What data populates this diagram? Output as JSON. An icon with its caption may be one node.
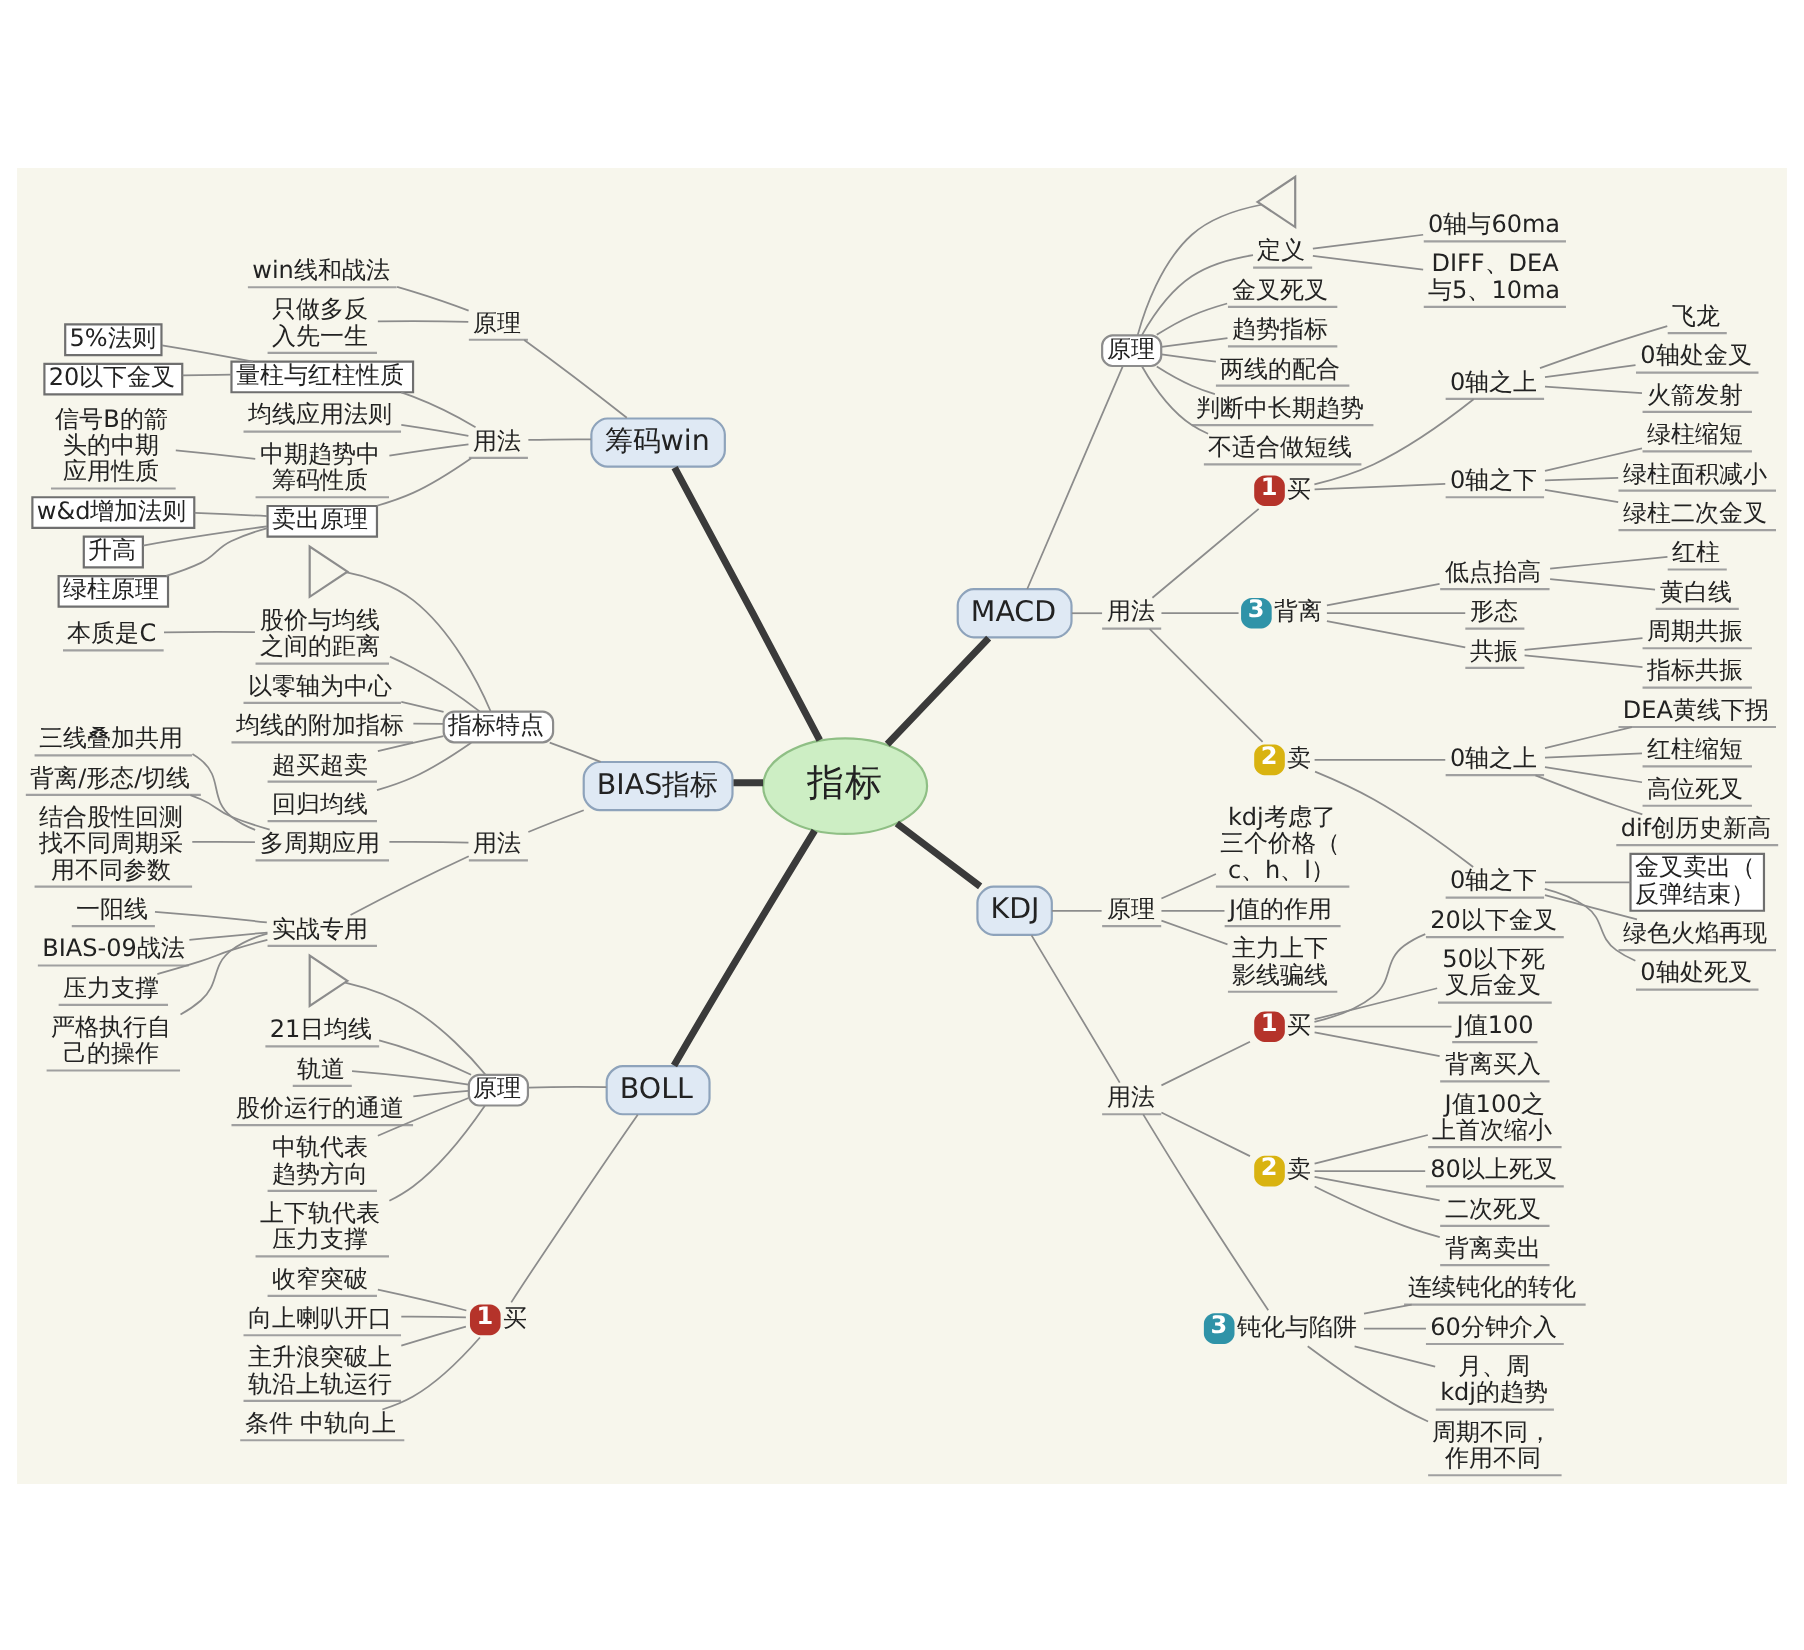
{
  "diagram": {
    "nodes": [
      {
        "text": [
          "指标"
        ]
      },
      {
        "text": [
          "筹码win"
        ]
      },
      {
        "text": [
          "原理"
        ]
      },
      {
        "text": [
          "win线和战法"
        ]
      },
      {
        "text": [
          "只做多反入先一生"
        ]
      },
      {
        "text": [
          "用法"
        ]
      },
      {
        "text": [
          "量柱与红柱性质"
        ]
      },
      {
        "text": [
          "5%法则"
        ]
      },
      {
        "text": [
          "20以下金叉"
        ]
      },
      {
        "text": [
          "均线应用法则"
        ]
      },
      {
        "text": [
          "中期趋势中筹码性质"
        ]
      },
      {
        "text": [
          "信号B的箭头的中期应用性质"
        ]
      },
      {
        "text": [
          "卖出原理"
        ]
      },
      {
        "text": [
          "w&d增加法则"
        ]
      },
      {
        "text": [
          "升高"
        ]
      },
      {
        "text": [
          "绿柱原理"
        ]
      },
      {
        "text": [
          "BIAS指标"
        ]
      },
      {
        "text": [
          "指标特点"
        ]
      },
      {
        "text": [],
        "shape": "triangle"
      },
      {
        "text": [
          "股价与均线之间的距离"
        ]
      },
      {
        "text": [
          "本质是C"
        ]
      },
      {
        "text": [
          "以零轴为中心"
        ]
      },
      {
        "text": [
          "均线的附加指标"
        ]
      },
      {
        "text": [
          "超买超卖"
        ]
      },
      {
        "text": [
          "回归均线"
        ]
      },
      {
        "text": [
          "用法"
        ]
      },
      {
        "text": [
          "多周期应用"
        ]
      },
      {
        "text": [
          "三线叠加共用"
        ]
      },
      {
        "text": [
          "背离/形态/切线"
        ]
      },
      {
        "text": [
          "结合股性回测找不同周期采用不同参数"
        ]
      },
      {
        "text": [
          "实战专用"
        ]
      },
      {
        "text": [
          "一阳线"
        ]
      },
      {
        "text": [
          "BIAS-09战法"
        ]
      },
      {
        "text": [
          "压力支撑"
        ]
      },
      {
        "text": [
          "严格执行自己的操作"
        ]
      },
      {
        "text": [
          "BOLL"
        ]
      },
      {
        "text": [
          "原理"
        ]
      },
      {
        "text": [],
        "shape": "triangle"
      },
      {
        "text": [
          "21日均线"
        ]
      },
      {
        "text": [
          "轨道"
        ]
      },
      {
        "text": [
          "股价运行的通道"
        ]
      },
      {
        "text": [
          "中轨代表趋势方向"
        ]
      },
      {
        "text": [
          "上下轨代表压力支撑"
        ]
      },
      {
        "text": [
          "1",
          "买"
        ]
      },
      {
        "text": [
          "收窄突破"
        ]
      },
      {
        "text": [
          "向上喇叭开口"
        ]
      },
      {
        "text": [
          "主升浪突破上轨沿上轨运行"
        ]
      },
      {
        "text": [
          "条件 中轨向上"
        ]
      },
      {
        "text": [
          "MACD"
        ]
      },
      {
        "text": [
          "原理"
        ]
      },
      {
        "text": [],
        "shape": "triangle"
      },
      {
        "text": [
          "定义"
        ]
      },
      {
        "text": [
          "0轴与60ma"
        ]
      },
      {
        "text": [
          "DIFF、DEA与5、10ma"
        ]
      },
      {
        "text": [
          "金叉死叉"
        ]
      },
      {
        "text": [
          "趋势指标"
        ]
      },
      {
        "text": [
          "两线的配合"
        ]
      },
      {
        "text": [
          "判断中长期趋势"
        ]
      },
      {
        "text": [
          "不适合做短线"
        ]
      },
      {
        "text": [
          "用法"
        ]
      },
      {
        "text": [
          "1",
          "买"
        ]
      },
      {
        "text": [
          "0轴之上"
        ]
      },
      {
        "text": [
          "飞龙"
        ]
      },
      {
        "text": [
          "0轴处金叉"
        ]
      },
      {
        "text": [
          "火箭发射"
        ]
      },
      {
        "text": [
          "0轴之下"
        ]
      },
      {
        "text": [
          "绿柱缩短"
        ]
      },
      {
        "text": [
          "绿柱面积减小"
        ]
      },
      {
        "text": [
          "绿柱二次金叉"
        ]
      },
      {
        "text": [
          "3",
          "背离"
        ]
      },
      {
        "text": [
          "低点抬高"
        ]
      },
      {
        "text": [
          "红柱"
        ]
      },
      {
        "text": [
          "黄白线"
        ]
      },
      {
        "text": [
          "形态"
        ]
      },
      {
        "text": [
          "共振"
        ]
      },
      {
        "text": [
          "周期共振"
        ]
      },
      {
        "text": [
          "指标共振"
        ]
      },
      {
        "text": [
          "2",
          "卖"
        ]
      },
      {
        "text": [
          "0轴之上"
        ]
      },
      {
        "text": [
          "DEA黄线下拐"
        ]
      },
      {
        "text": [
          "红柱缩短"
        ]
      },
      {
        "text": [
          "高位死叉"
        ]
      },
      {
        "text": [
          "dif创历史新高"
        ]
      },
      {
        "text": [
          "0轴之下"
        ]
      },
      {
        "text": [
          "金叉卖出（反弹结束）"
        ]
      },
      {
        "text": [
          "绿色火焰再现"
        ]
      },
      {
        "text": [
          "0轴处死叉"
        ]
      },
      {
        "text": [
          "KDJ"
        ]
      },
      {
        "text": [
          "原理"
        ]
      },
      {
        "text": [
          "kdj考虑了三个价格（c、h、l）"
        ]
      },
      {
        "text": [
          "J值的作用"
        ]
      },
      {
        "text": [
          "主力上下影线骗线"
        ]
      },
      {
        "text": [
          "用法"
        ]
      },
      {
        "text": [
          "1",
          "买"
        ]
      },
      {
        "text": [
          "20以下金叉"
        ]
      },
      {
        "text": [
          "50以下死叉后金叉"
        ]
      },
      {
        "text": [
          "J值100"
        ]
      },
      {
        "text": [
          "背离买入"
        ]
      },
      {
        "text": [
          "2",
          "卖"
        ]
      },
      {
        "text": [
          "J值100之上首次缩小"
        ]
      },
      {
        "text": [
          "80以上死叉"
        ]
      },
      {
        "text": [
          "二次死叉"
        ]
      },
      {
        "text": [
          "背离卖出"
        ]
      },
      {
        "text": [
          "3",
          "钝化与陷阱"
        ]
      },
      {
        "text": [
          "连续钝化的转化"
        ]
      },
      {
        "text": [
          "60分钟介入"
        ]
      },
      {
        "text": [
          "月、周kdj的趋势"
        ]
      },
      {
        "text": [
          "周期不同，作用不同"
        ]
      }
    ],
    "edges": [
      {
        "from": 0,
        "to": 1,
        "arrow": "none",
        "style": "thick",
        "color": "#3a3a3a"
      },
      {
        "from": 0,
        "to": 16,
        "arrow": "none",
        "style": "thick",
        "color": "#3a3a3a"
      },
      {
        "from": 0,
        "to": 35,
        "arrow": "none",
        "style": "thick",
        "color": "#3a3a3a"
      },
      {
        "from": 0,
        "to": 48,
        "arrow": "none",
        "style": "thick",
        "color": "#3a3a3a"
      },
      {
        "from": 0,
        "to": 87,
        "arrow": "none",
        "style": "thick",
        "color": "#3a3a3a"
      },
      {
        "from": 1,
        "to": 2,
        "arrow": "none"
      },
      {
        "from": 2,
        "to": 3,
        "arrow": "none"
      },
      {
        "from": 2,
        "to": 4,
        "arrow": "none"
      },
      {
        "from": 1,
        "to": 5,
        "arrow": "none"
      },
      {
        "from": 5,
        "to": 6,
        "arrow": "none"
      },
      {
        "from": 6,
        "to": 7,
        "arrow": "none"
      },
      {
        "from": 6,
        "to": 8,
        "arrow": "none"
      },
      {
        "from": 5,
        "to": 9,
        "arrow": "none"
      },
      {
        "from": 5,
        "to": 10,
        "arrow": "none"
      },
      {
        "from": 10,
        "to": 11,
        "arrow": "none"
      },
      {
        "from": 5,
        "to": 12,
        "arrow": "none"
      },
      {
        "from": 12,
        "to": 13,
        "arrow": "none"
      },
      {
        "from": 12,
        "to": 14,
        "arrow": "none"
      },
      {
        "from": 12,
        "to": 15,
        "arrow": "none"
      },
      {
        "from": 16,
        "to": 17,
        "arrow": "none"
      },
      {
        "from": 17,
        "to": 18,
        "arrow": "none"
      },
      {
        "from": 17,
        "to": 19,
        "arrow": "none"
      },
      {
        "from": 19,
        "to": 20,
        "arrow": "none"
      },
      {
        "from": 17,
        "to": 21,
        "arrow": "none"
      },
      {
        "from": 17,
        "to": 22,
        "arrow": "none"
      },
      {
        "from": 17,
        "to": 23,
        "arrow": "none"
      },
      {
        "from": 17,
        "to": 24,
        "arrow": "none"
      },
      {
        "from": 16,
        "to": 25,
        "arrow": "none"
      },
      {
        "from": 25,
        "to": 26,
        "arrow": "none"
      },
      {
        "from": 26,
        "to": 27,
        "arrow": "none"
      },
      {
        "from": 26,
        "to": 28,
        "arrow": "none"
      },
      {
        "from": 26,
        "to": 29,
        "arrow": "none"
      },
      {
        "from": 25,
        "to": 30,
        "arrow": "none"
      },
      {
        "from": 30,
        "to": 31,
        "arrow": "none"
      },
      {
        "from": 30,
        "to": 32,
        "arrow": "none"
      },
      {
        "from": 30,
        "to": 33,
        "arrow": "none"
      },
      {
        "from": 30,
        "to": 34,
        "arrow": "none"
      },
      {
        "from": 35,
        "to": 36,
        "arrow": "none"
      },
      {
        "from": 36,
        "to": 37,
        "arrow": "none"
      },
      {
        "from": 36,
        "to": 38,
        "arrow": "none"
      },
      {
        "from": 36,
        "to": 39,
        "arrow": "none"
      },
      {
        "from": 36,
        "to": 40,
        "arrow": "none"
      },
      {
        "from": 36,
        "to": 41,
        "arrow": "none"
      },
      {
        "from": 36,
        "to": 42,
        "arrow": "none"
      },
      {
        "from": 35,
        "to": 43,
        "arrow": "none"
      },
      {
        "from": 43,
        "to": 44,
        "arrow": "none"
      },
      {
        "from": 43,
        "to": 45,
        "arrow": "none"
      },
      {
        "from": 43,
        "to": 46,
        "arrow": "none"
      },
      {
        "from": 43,
        "to": 47,
        "arrow": "none"
      },
      {
        "from": 48,
        "to": 49,
        "arrow": "none"
      },
      {
        "from": 49,
        "to": 50,
        "arrow": "none"
      },
      {
        "from": 49,
        "to": 51,
        "arrow": "none"
      },
      {
        "from": 51,
        "to": 52,
        "arrow": "none"
      },
      {
        "from": 51,
        "to": 53,
        "arrow": "none"
      },
      {
        "from": 49,
        "to": 54,
        "arrow": "none"
      },
      {
        "from": 49,
        "to": 55,
        "arrow": "none"
      },
      {
        "from": 49,
        "to": 56,
        "arrow": "none"
      },
      {
        "from": 49,
        "to": 57,
        "arrow": "none"
      },
      {
        "from": 49,
        "to": 58,
        "arrow": "none"
      },
      {
        "from": 48,
        "to": 59,
        "arrow": "none"
      },
      {
        "from": 59,
        "to": 60,
        "arrow": "none"
      },
      {
        "from": 60,
        "to": 61,
        "arrow": "none"
      },
      {
        "from": 61,
        "to": 62,
        "arrow": "none"
      },
      {
        "from": 61,
        "to": 63,
        "arrow": "none"
      },
      {
        "from": 61,
        "to": 64,
        "arrow": "none"
      },
      {
        "from": 60,
        "to": 65,
        "arrow": "none"
      },
      {
        "from": 65,
        "to": 66,
        "arrow": "none"
      },
      {
        "from": 65,
        "to": 67,
        "arrow": "none"
      },
      {
        "from": 65,
        "to": 68,
        "arrow": "none"
      },
      {
        "from": 59,
        "to": 69,
        "arrow": "none"
      },
      {
        "from": 69,
        "to": 70,
        "arrow": "none"
      },
      {
        "from": 70,
        "to": 71,
        "arrow": "none"
      },
      {
        "from": 70,
        "to": 72,
        "arrow": "none"
      },
      {
        "from": 69,
        "to": 73,
        "arrow": "none"
      },
      {
        "from": 69,
        "to": 74,
        "arrow": "none"
      },
      {
        "from": 74,
        "to": 75,
        "arrow": "none"
      },
      {
        "from": 74,
        "to": 76,
        "arrow": "none"
      },
      {
        "from": 59,
        "to": 77,
        "arrow": "none"
      },
      {
        "from": 77,
        "to": 78,
        "arrow": "none"
      },
      {
        "from": 78,
        "to": 79,
        "arrow": "none"
      },
      {
        "from": 78,
        "to": 80,
        "arrow": "none"
      },
      {
        "from": 78,
        "to": 81,
        "arrow": "none"
      },
      {
        "from": 78,
        "to": 82,
        "arrow": "none"
      },
      {
        "from": 77,
        "to": 83,
        "arrow": "none"
      },
      {
        "from": 83,
        "to": 84,
        "arrow": "none"
      },
      {
        "from": 83,
        "to": 85,
        "arrow": "none"
      },
      {
        "from": 83,
        "to": 86,
        "arrow": "none"
      },
      {
        "from": 87,
        "to": 88,
        "arrow": "none"
      },
      {
        "from": 88,
        "to": 89,
        "arrow": "none"
      },
      {
        "from": 88,
        "to": 90,
        "arrow": "none"
      },
      {
        "from": 88,
        "to": 91,
        "arrow": "none"
      },
      {
        "from": 87,
        "to": 92,
        "arrow": "none"
      },
      {
        "from": 92,
        "to": 93,
        "arrow": "none"
      },
      {
        "from": 93,
        "to": 94,
        "arrow": "none"
      },
      {
        "from": 93,
        "to": 95,
        "arrow": "none"
      },
      {
        "from": 93,
        "to": 96,
        "arrow": "none"
      },
      {
        "from": 93,
        "to": 97,
        "arrow": "none"
      },
      {
        "from": 92,
        "to": 98,
        "arrow": "none"
      },
      {
        "from": 98,
        "to": 99,
        "arrow": "none"
      },
      {
        "from": 98,
        "to": 100,
        "arrow": "none"
      },
      {
        "from": 98,
        "to": 101,
        "arrow": "none"
      },
      {
        "from": 98,
        "to": 102,
        "arrow": "none"
      },
      {
        "from": 92,
        "to": 103,
        "arrow": "none"
      },
      {
        "from": 103,
        "to": 104,
        "arrow": "none"
      },
      {
        "from": 103,
        "to": 105,
        "arrow": "none"
      },
      {
        "from": 103,
        "to": 106,
        "arrow": "none"
      },
      {
        "from": 103,
        "to": 107,
        "arrow": "none"
      }
    ]
  }
}
